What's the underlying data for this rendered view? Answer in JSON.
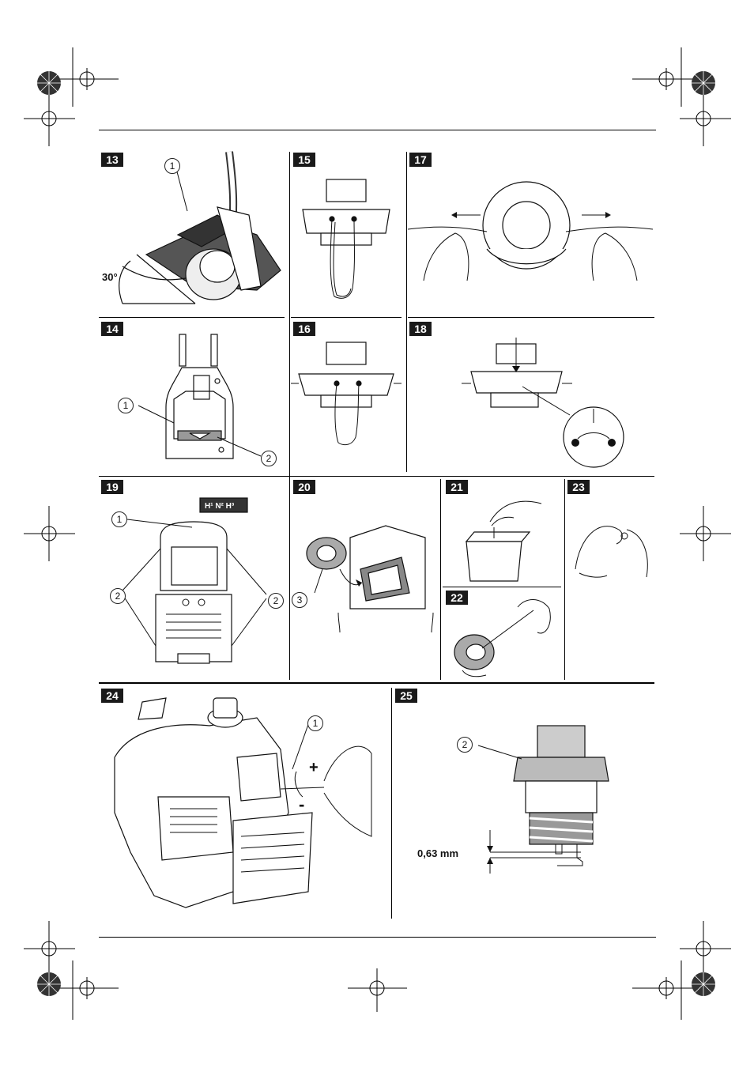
{
  "panels": {
    "p13": {
      "number": "13",
      "callouts": [
        "1"
      ],
      "angle_label": "30°"
    },
    "p14": {
      "number": "14",
      "callouts": [
        "1",
        "2"
      ]
    },
    "p15": {
      "number": "15"
    },
    "p16": {
      "number": "16"
    },
    "p17": {
      "number": "17"
    },
    "p18": {
      "number": "18"
    },
    "p19": {
      "number": "19",
      "callouts": [
        "1",
        "2",
        "2"
      ],
      "choke_label": "H¹ N² H³"
    },
    "p20": {
      "number": "20",
      "callouts": [
        "3"
      ]
    },
    "p21": {
      "number": "21"
    },
    "p22": {
      "number": "22"
    },
    "p23": {
      "number": "23"
    },
    "p24": {
      "number": "24",
      "callouts": [
        "1"
      ],
      "plus": "+",
      "minus": "-"
    },
    "p25": {
      "number": "25",
      "callouts": [
        "2"
      ],
      "gap_label": "0,63 mm"
    }
  }
}
